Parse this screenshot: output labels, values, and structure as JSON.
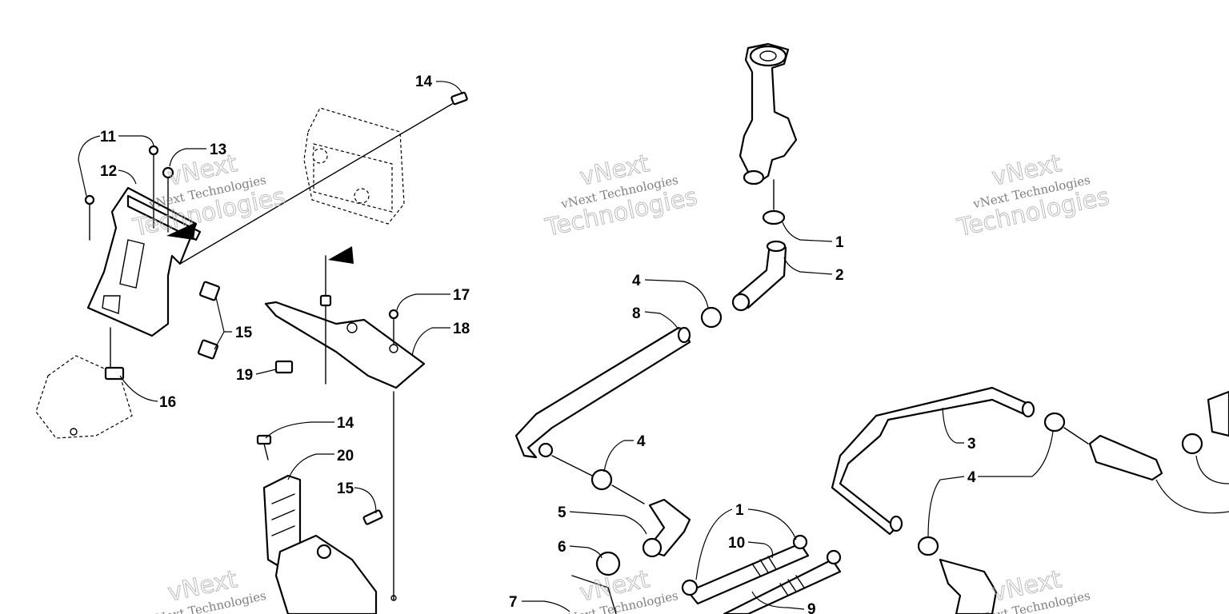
{
  "callouts": {
    "c14a": "14",
    "c11": "11",
    "c13": "13",
    "c12": "12",
    "c15a": "15",
    "c16": "16",
    "c17": "17",
    "c18": "18",
    "c19": "19",
    "c14b": "14",
    "c20": "20",
    "c15b": "15",
    "c1a": "1",
    "c2a": "2",
    "c4a": "4",
    "c8": "8",
    "c4b": "4",
    "c5": "5",
    "c6": "6",
    "c7": "7",
    "c1b": "1",
    "c10": "10",
    "c9": "9",
    "c3": "3",
    "c4c": "4"
  },
  "watermark": {
    "line1": "vNext Technologies",
    "logo_top": "vNext",
    "logo_bottom": "Technologies"
  }
}
